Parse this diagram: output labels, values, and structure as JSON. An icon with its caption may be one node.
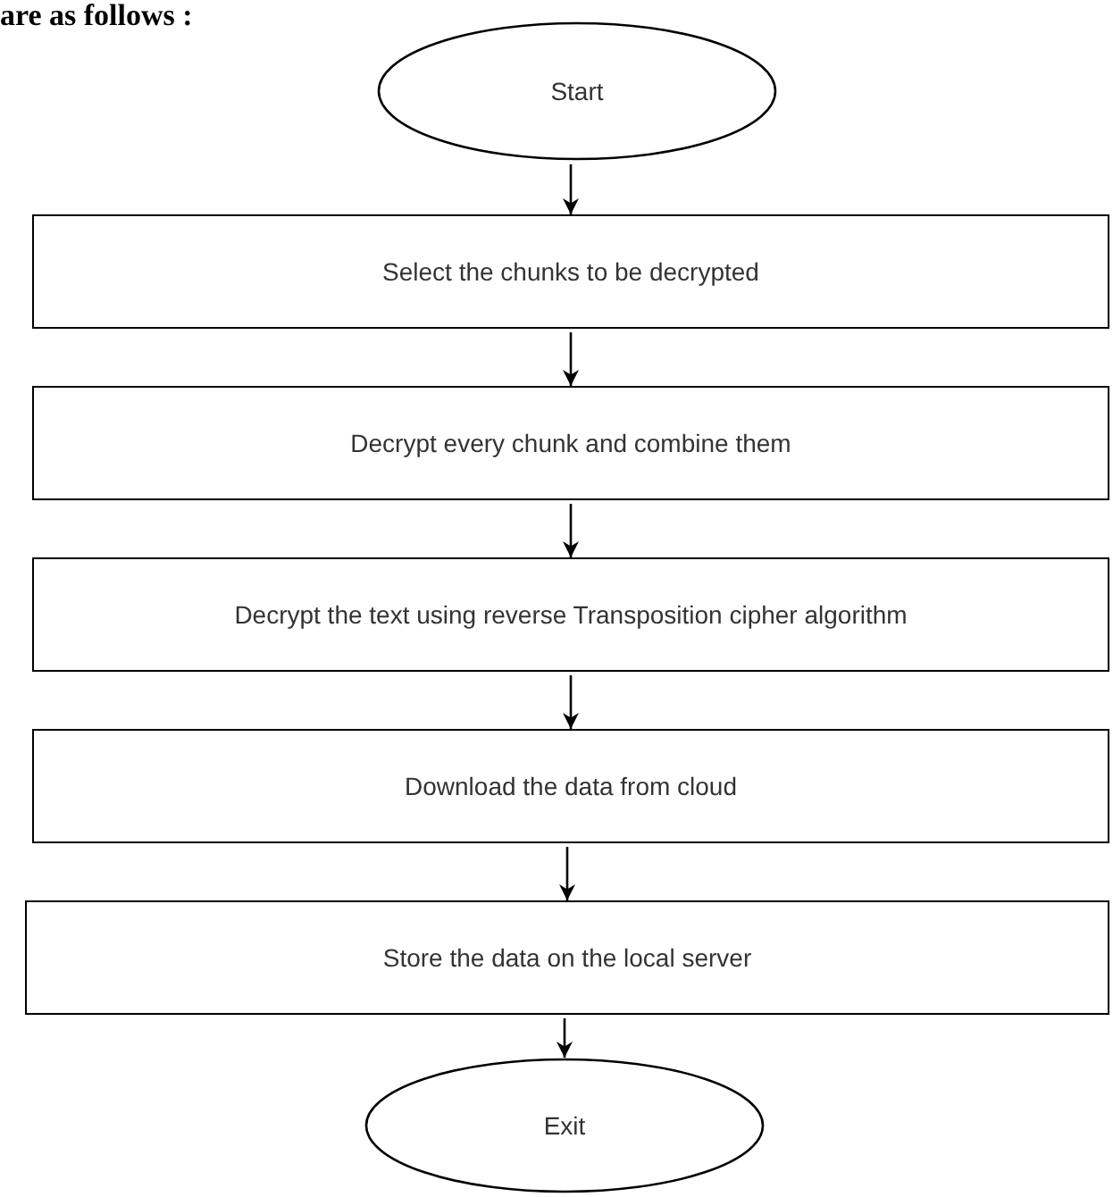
{
  "diagram": {
    "nodes": [
      {
        "text": [
          "Start"
        ]
      },
      {
        "text": [
          "Select the chunks to be decrypted"
        ]
      },
      {
        "text": [
          "Decrypt every chunk and combine them"
        ]
      },
      {
        "text": [
          "Decrypt the text using reverse Transposition cipher algorithm"
        ]
      },
      {
        "text": [
          "Download the data from cloud"
        ]
      },
      {
        "text": [
          "Store the data on the local server"
        ]
      },
      {
        "text": [
          "Exit"
        ]
      }
    ],
    "edges": [
      {
        "from": 0,
        "to": 1,
        "arrow": "to"
      },
      {
        "from": 1,
        "to": 2,
        "arrow": "to"
      },
      {
        "from": 2,
        "to": 3,
        "arrow": "to"
      },
      {
        "from": 3,
        "to": 4,
        "arrow": "to"
      },
      {
        "from": 4,
        "to": 5,
        "arrow": "to"
      },
      {
        "from": 5,
        "to": 6,
        "arrow": "to"
      }
    ],
    "labels": [
      "are as follows :"
    ]
  }
}
